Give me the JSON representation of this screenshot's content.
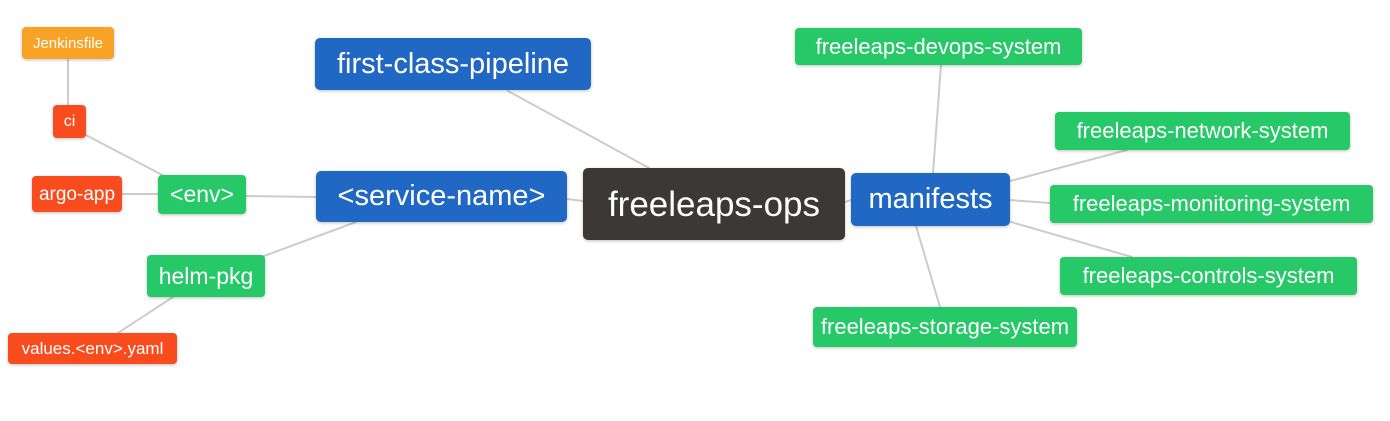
{
  "diagram": {
    "type": "mind-map",
    "center_node": "freeleaps-ops",
    "palette": {
      "blue": "#2168c4",
      "green": "#27c868",
      "orange": "#f9a326",
      "red": "#f84c1e",
      "dark": "#3b3836",
      "edge_gray": "#cccccc",
      "text": "#ffffff",
      "background": "#ffffff"
    },
    "nodes": {
      "freeleaps_ops": {
        "label": "freeleaps-ops",
        "color": "#3b3836"
      },
      "first_class_pipeline": {
        "label": "first-class-pipeline",
        "color": "#2168c4"
      },
      "service_name": {
        "label": "<service-name>",
        "color": "#2168c4"
      },
      "manifests": {
        "label": "manifests",
        "color": "#2168c4"
      },
      "env": {
        "label": "<env>",
        "color": "#27c868"
      },
      "helm_pkg": {
        "label": "helm-pkg",
        "color": "#27c868"
      },
      "jenkinsfile": {
        "label": "Jenkinsfile",
        "color": "#f9a326"
      },
      "ci": {
        "label": "ci",
        "color": "#f84c1e"
      },
      "argo_app": {
        "label": "argo-app",
        "color": "#f84c1e"
      },
      "values_env_yaml": {
        "label": "values.<env>.yaml",
        "color": "#f84c1e"
      },
      "devops_system": {
        "label": "freeleaps-devops-system",
        "color": "#27c868"
      },
      "network_system": {
        "label": "freeleaps-network-system",
        "color": "#27c868"
      },
      "monitoring_system": {
        "label": "freeleaps-monitoring-system",
        "color": "#27c868"
      },
      "controls_system": {
        "label": "freeleaps-controls-system",
        "color": "#27c868"
      },
      "storage_system": {
        "label": "freeleaps-storage-system",
        "color": "#27c868"
      }
    },
    "edges": [
      [
        "jenkinsfile",
        "ci"
      ],
      [
        "ci",
        "env"
      ],
      [
        "argo_app",
        "env"
      ],
      [
        "env",
        "service_name"
      ],
      [
        "service_name",
        "helm_pkg"
      ],
      [
        "helm_pkg",
        "values_env_yaml"
      ],
      [
        "first_class_pipeline",
        "freeleaps_ops"
      ],
      [
        "service_name",
        "freeleaps_ops"
      ],
      [
        "freeleaps_ops",
        "manifests"
      ],
      [
        "manifests",
        "devops_system"
      ],
      [
        "manifests",
        "network_system"
      ],
      [
        "manifests",
        "monitoring_system"
      ],
      [
        "manifests",
        "controls_system"
      ],
      [
        "manifests",
        "storage_system"
      ]
    ]
  }
}
